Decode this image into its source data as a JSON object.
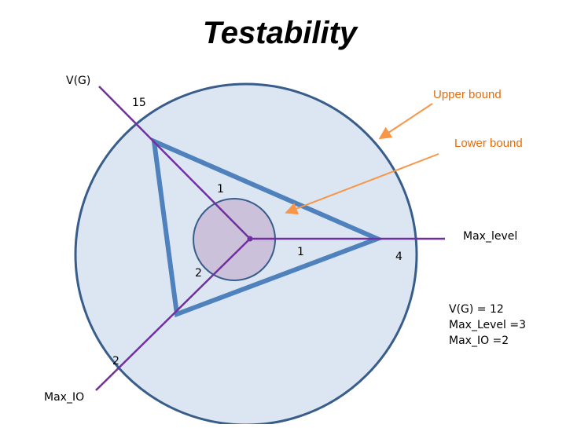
{
  "title": "Testability",
  "axes": {
    "vg": "V(G)",
    "max_io": "Max_IO",
    "max_level": "Max_level"
  },
  "bounds": {
    "upper": "Upper bound",
    "lower": "Lower bound"
  },
  "values": {
    "upper_vg": "15",
    "lower_vg": "1",
    "lower_max_level": "1",
    "upper_max_level": "4",
    "lower_max_io": "2",
    "upper_max_io": "2"
  },
  "summary": {
    "vg": "V(G) = 12",
    "max_level": "Max_Level =3",
    "max_io": "Max_IO =2"
  },
  "colors": {
    "outer_fill": "#dce6f2",
    "outer_stroke": "#385d8a",
    "inner_fill": "#ccc1da",
    "triangle": "#4f81bd",
    "axis": "#7030a0",
    "arrow": "#f79646"
  }
}
